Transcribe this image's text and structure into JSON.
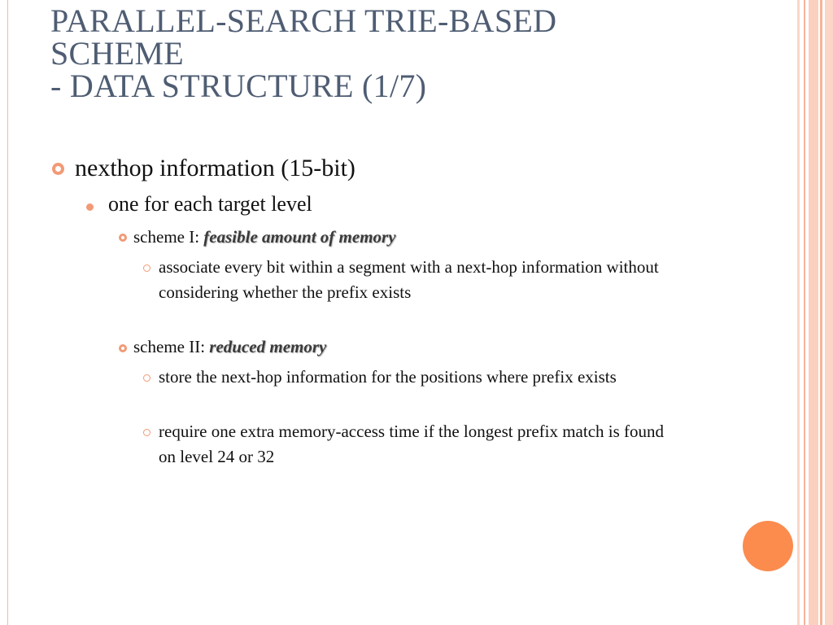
{
  "title": {
    "line1": "PARALLEL-SEARCH TRIE-BASED",
    "line2": "SCHEME",
    "line3": "- DATA STRUCTURE (1/7)"
  },
  "bullets": {
    "nexthop": "nexthop information (15-bit)",
    "one_for_each": "one for each target level",
    "scheme1_prefix": "scheme I: ",
    "scheme1_emph": "feasible amount of memory",
    "scheme1_sub1": "associate every bit within a segment with a next-hop information without considering whether the prefix exists",
    "scheme2_prefix": "scheme II: ",
    "scheme2_emph": "reduced memory",
    "scheme2_sub1": "store the next-hop information for the positions where prefix exists",
    "scheme2_sub2": "require one extra memory-access time if the longest prefix match is found on level 24 or 32"
  },
  "colors": {
    "title": "#4f5d73",
    "accent": "#fb8c4e",
    "bullet": "#f29a76",
    "stripe": "#fbd0bf"
  }
}
